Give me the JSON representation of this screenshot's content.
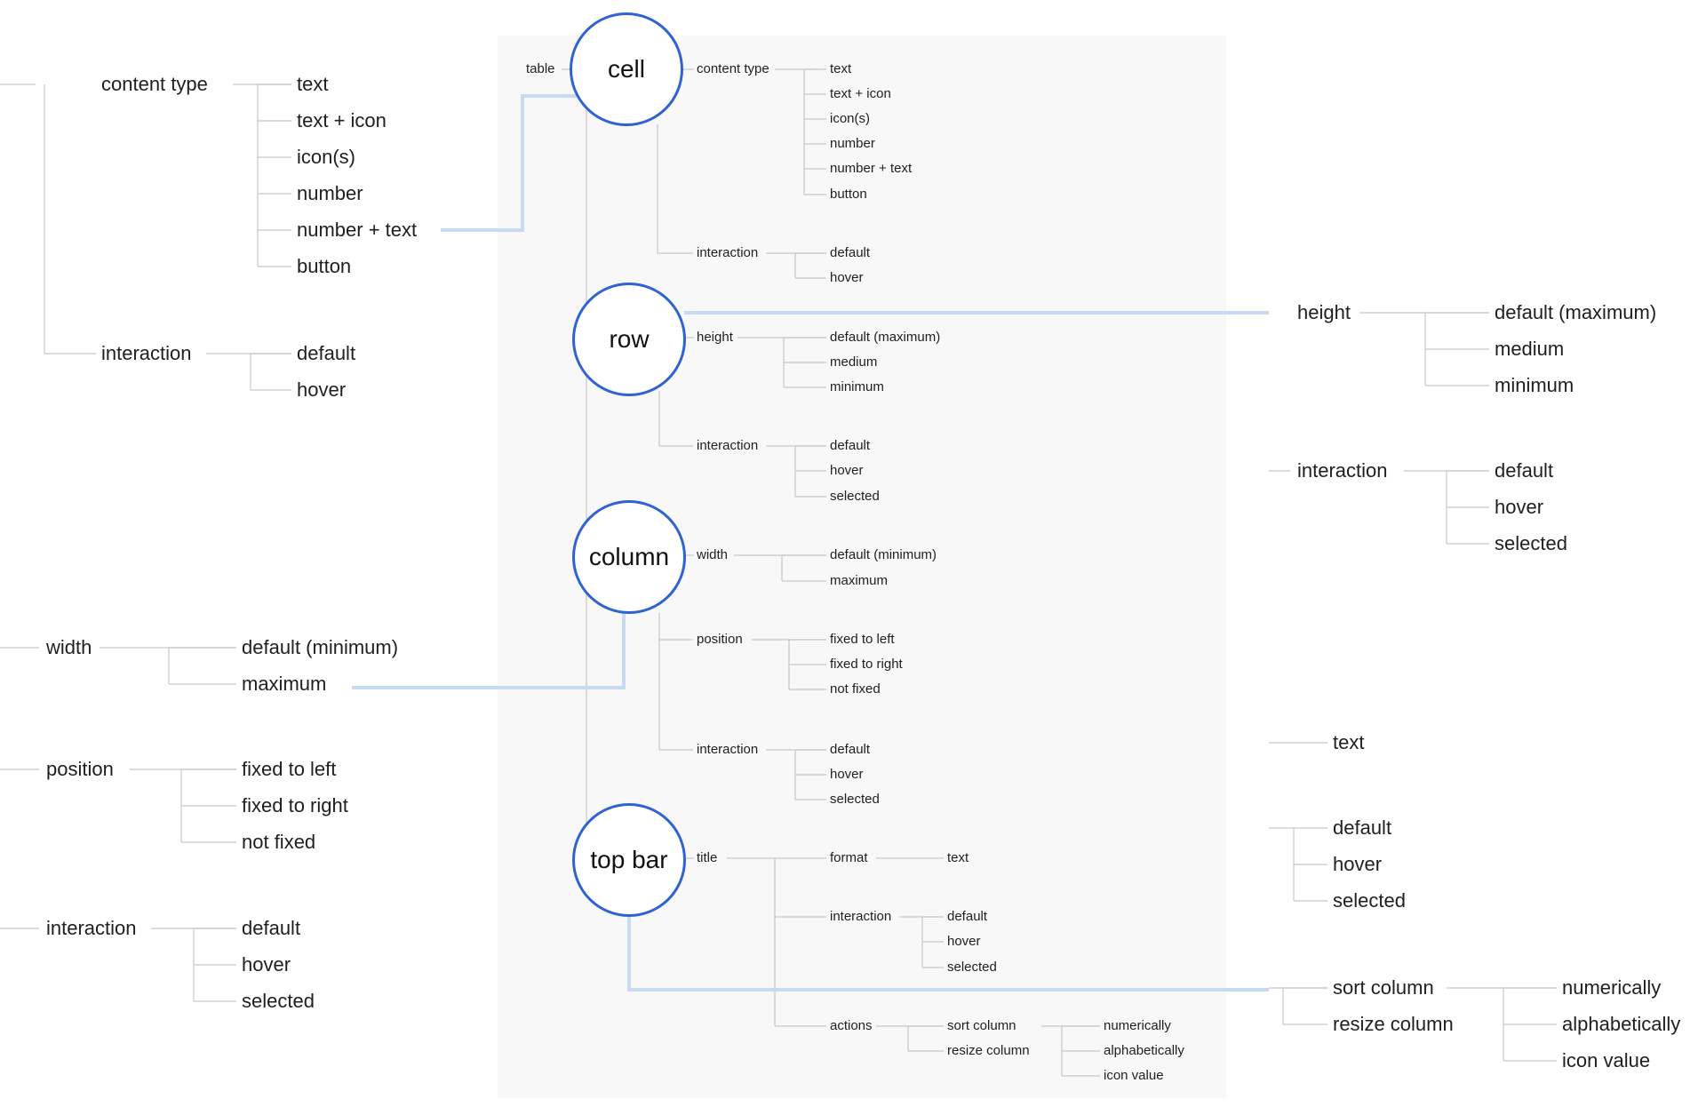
{
  "colors": {
    "node_border": "#2f62d3",
    "highlight": "#c9d8f3",
    "tree_line": "#c7c7c7",
    "panel_bg": "#f8f8f8"
  },
  "diagram": {
    "root_label": "table",
    "nodes": {
      "cell": "cell",
      "row": "row",
      "column": "column",
      "top_bar": "top bar"
    },
    "cell": {
      "content_type": "content type",
      "content_type_items": [
        "text",
        "text + icon",
        "icon(s)",
        "number",
        "number + text",
        "button"
      ],
      "interaction": "interaction",
      "interaction_items": [
        "default",
        "hover"
      ]
    },
    "row": {
      "height": "height",
      "height_items": [
        "default (maximum)",
        "medium",
        "minimum"
      ],
      "interaction": "interaction",
      "interaction_items": [
        "default",
        "hover",
        "selected"
      ]
    },
    "column": {
      "width": "width",
      "width_items": [
        "default (minimum)",
        "maximum"
      ],
      "position": "position",
      "position_items": [
        "fixed to left",
        "fixed to right",
        "not fixed"
      ],
      "interaction": "interaction",
      "interaction_items": [
        "default",
        "hover",
        "selected"
      ]
    },
    "top_bar": {
      "title": "title",
      "format": "format",
      "format_value": "text",
      "interaction": "interaction",
      "interaction_items": [
        "default",
        "hover",
        "selected"
      ],
      "actions": "actions",
      "action_items": [
        "sort column",
        "resize column"
      ],
      "sort_items": [
        "numerically",
        "alphabetically",
        "icon value"
      ]
    }
  },
  "zoom_left": {
    "content_type": "content type",
    "content_type_items": [
      "text",
      "text + icon",
      "icon(s)",
      "number",
      "number + text",
      "button"
    ],
    "interaction": "interaction",
    "interaction_items": [
      "default",
      "hover"
    ],
    "width": "width",
    "width_items": [
      "default (minimum)",
      "maximum"
    ],
    "position": "position",
    "position_items": [
      "fixed to left",
      "fixed to right",
      "not fixed"
    ],
    "column_interaction": "interaction",
    "column_interaction_items": [
      "default",
      "hover",
      "selected"
    ]
  },
  "zoom_right": {
    "height": "height",
    "height_items": [
      "default (maximum)",
      "medium",
      "minimum"
    ],
    "interaction": "interaction",
    "interaction_items": [
      "default",
      "hover",
      "selected"
    ],
    "format_value": "text",
    "title_interaction_items": [
      "default",
      "hover",
      "selected"
    ],
    "action_items": [
      "sort column",
      "resize column"
    ],
    "sort_items": [
      "numerically",
      "alphabetically",
      "icon value"
    ]
  }
}
